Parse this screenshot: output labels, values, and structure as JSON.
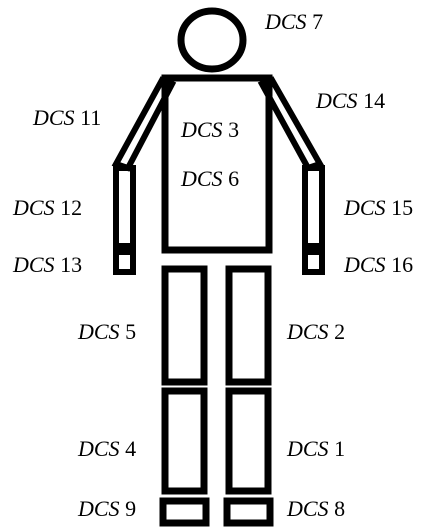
{
  "labels": {
    "head": {
      "prefix": "DCS",
      "num": "7"
    },
    "upper_arm_right_side": {
      "prefix": "DCS",
      "num": "11"
    },
    "forearm_right_side": {
      "prefix": "DCS",
      "num": "12"
    },
    "hand_right_side": {
      "prefix": "DCS",
      "num": "13"
    },
    "upper_arm_left_side": {
      "prefix": "DCS",
      "num": "14"
    },
    "forearm_left_side": {
      "prefix": "DCS",
      "num": "15"
    },
    "hand_left_side": {
      "prefix": "DCS",
      "num": "16"
    },
    "torso_upper": {
      "prefix": "DCS",
      "num": "3"
    },
    "torso_lower": {
      "prefix": "DCS",
      "num": "6"
    },
    "thigh_right_side": {
      "prefix": "DCS",
      "num": "5"
    },
    "thigh_left_side": {
      "prefix": "DCS",
      "num": "2"
    },
    "shin_right_side": {
      "prefix": "DCS",
      "num": "4"
    },
    "shin_left_side": {
      "prefix": "DCS",
      "num": "1"
    },
    "foot_right_side": {
      "prefix": "DCS",
      "num": "9"
    },
    "foot_left_side": {
      "prefix": "DCS",
      "num": "8"
    }
  }
}
